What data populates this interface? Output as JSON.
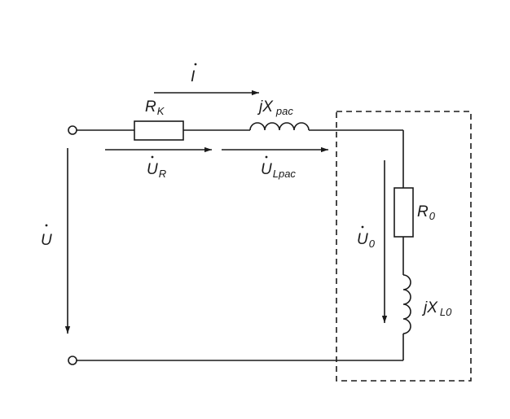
{
  "labels": {
    "current_main": "I",
    "resistor_k_main": "R",
    "resistor_k_sub": "K",
    "inductor_pac_main": "jX",
    "inductor_pac_sub": "pac",
    "voltage_r_main": "U",
    "voltage_r_sub": "R",
    "voltage_lpac_main": "U",
    "voltage_lpac_sub": "Lpac",
    "voltage_source": "U",
    "resistor_0_main": "R",
    "resistor_0_sub": "0",
    "voltage_0_main": "U",
    "voltage_0_sub": "0",
    "inductor_l0_main": "jX",
    "inductor_l0_sub": "L0"
  },
  "colors": {
    "stroke": "#1a1a1a",
    "background": "#ffffff"
  }
}
